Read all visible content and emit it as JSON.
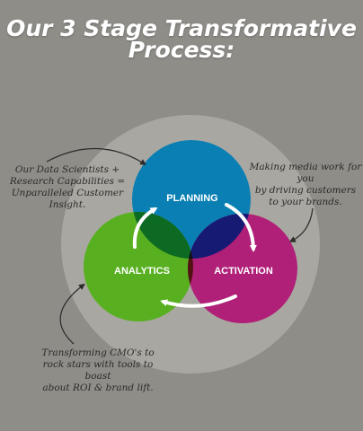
{
  "title": {
    "line1": "Our 3 Stage Transformative",
    "line2": "Process:"
  },
  "colors": {
    "background": "#8f8d88",
    "halo": "#a9a7a1",
    "planning": "#0a7fb3",
    "activation": "#b01f78",
    "analytics": "#58b020",
    "overlap_planning_analytics": "#0d6a22",
    "overlap_planning_activation": "#161a72",
    "overlap_analytics_activation": "#521211",
    "overlap_center": "#0f1314"
  },
  "stages": {
    "planning": "PLANNING",
    "activation": "ACTIVATION",
    "analytics": "ANALYTICS"
  },
  "notes": {
    "left": [
      "Our Data Scientists +",
      "Research Capabilities =",
      "Unparalleled Customer Insight."
    ],
    "right": [
      "Making media work for you",
      "by driving customers",
      "to your brands."
    ],
    "bottom": [
      "Transforming CMO's to",
      "rock stars with tools to boast",
      "about ROI & brand lift."
    ]
  }
}
